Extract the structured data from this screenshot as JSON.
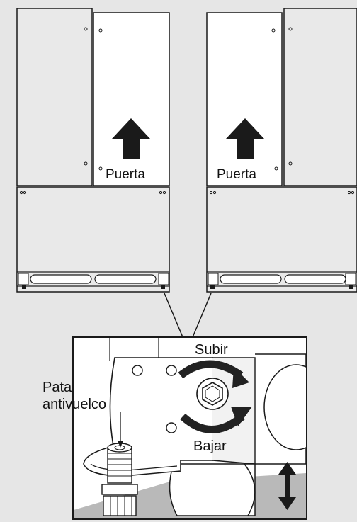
{
  "labels": {
    "door_left": "Puerta",
    "door_right": "Puerta",
    "raise": "Subir",
    "lower": "Bajar",
    "leg_line1": "Pata",
    "leg_line2": "antivuelco"
  },
  "colors": {
    "background": "#e6e6e6",
    "panel": "#ffffff",
    "stroke": "#1a1a1a",
    "shadow": "#b9b9b9",
    "arrow": "#222222"
  },
  "icons": [
    "up-arrow-icon",
    "rotate-clockwise-arrow-icon",
    "rotate-counterclockwise-arrow-icon",
    "double-vertical-arrow-icon"
  ]
}
